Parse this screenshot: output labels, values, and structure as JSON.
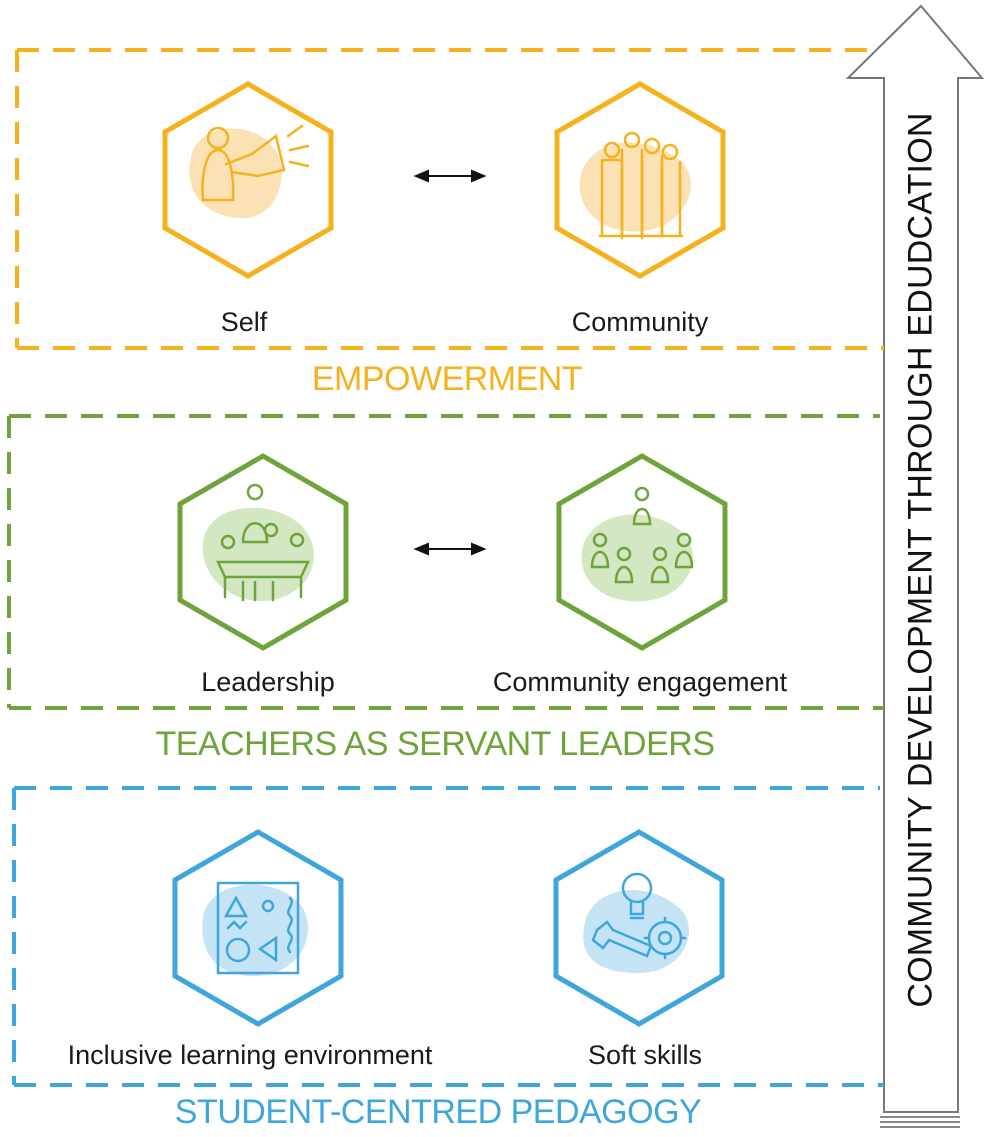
{
  "sections": {
    "empowerment": {
      "title": "EMPOWERMENT",
      "color": "#f5b21e",
      "items": [
        {
          "label": "Self",
          "icon": "speaker-megaphone-icon"
        },
        {
          "label": "Community",
          "icon": "people-group-icon"
        }
      ]
    },
    "servant_leaders": {
      "title": "TEACHERS AS SERVANT LEADERS",
      "color": "#6ea43b",
      "items": [
        {
          "label": "Leadership",
          "icon": "meeting-table-icon"
        },
        {
          "label": "Community engagement",
          "icon": "people-network-icon"
        }
      ]
    },
    "pedagogy": {
      "title": "STUDENT-CENTRED PEDAGOGY",
      "color": "#3ea6dc",
      "items": [
        {
          "label": "Inclusive learning environment",
          "icon": "shapes-board-icon"
        },
        {
          "label": "Soft skills",
          "icon": "lightbulb-gear-wrench-icon"
        }
      ]
    }
  },
  "arrow_label": "COMMUNITY DEVELOPMENT THROUGH EDUDCATION"
}
